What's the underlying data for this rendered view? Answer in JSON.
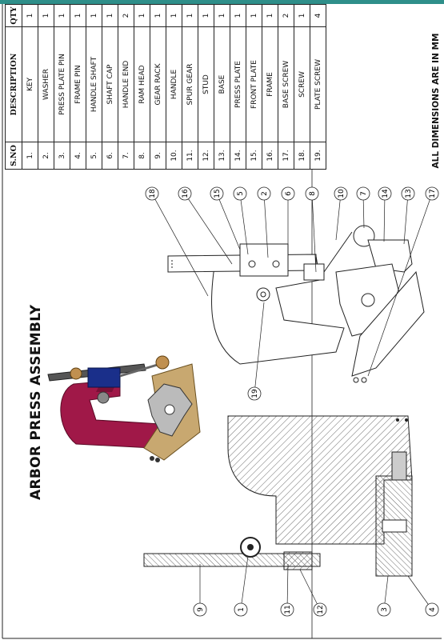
{
  "title": "ARBOR PRESS ASSEMBLY",
  "dimensions_note": "ALL DIMENSIONS ARE IN MM",
  "bom": {
    "headers": [
      "S.NO",
      "DESCRIPTION",
      "QTY"
    ],
    "rows": [
      {
        "sno": "1.",
        "desc": "KEY",
        "qty": "1"
      },
      {
        "sno": "2.",
        "desc": "WASHER",
        "qty": "1"
      },
      {
        "sno": "3.",
        "desc": "PRESS PLATE PIN",
        "qty": "1"
      },
      {
        "sno": "4.",
        "desc": "FRAME PIN",
        "qty": "1"
      },
      {
        "sno": "5.",
        "desc": "HANDLE SHAFT",
        "qty": "1"
      },
      {
        "sno": "6.",
        "desc": "SHAFT CAP",
        "qty": "1"
      },
      {
        "sno": "7.",
        "desc": "HANDLE END",
        "qty": "2"
      },
      {
        "sno": "8.",
        "desc": "RAM HEAD",
        "qty": "1"
      },
      {
        "sno": "9.",
        "desc": "GEAR RACK",
        "qty": "1"
      },
      {
        "sno": "10.",
        "desc": "HANDLE",
        "qty": "1"
      },
      {
        "sno": "11.",
        "desc": "SPUR GEAR",
        "qty": "1"
      },
      {
        "sno": "12.",
        "desc": "STUD",
        "qty": "1"
      },
      {
        "sno": "13.",
        "desc": "BASE",
        "qty": "1"
      },
      {
        "sno": "14.",
        "desc": "PRESS PLATE",
        "qty": "1"
      },
      {
        "sno": "15.",
        "desc": "FRONT PLATE",
        "qty": "1"
      },
      {
        "sno": "16.",
        "desc": "FRAME",
        "qty": "1"
      },
      {
        "sno": "17.",
        "desc": "BASE SCREW",
        "qty": "2"
      },
      {
        "sno": "18.",
        "desc": "SCREW",
        "qty": "1"
      },
      {
        "sno": "19.",
        "desc": "PLATE SCREW",
        "qty": "4"
      }
    ]
  },
  "balloons_exploded": [
    "18",
    "16",
    "15",
    "5",
    "2",
    "6",
    "8",
    "10",
    "7",
    "14",
    "13",
    "17",
    "19"
  ],
  "balloons_section": [
    "9",
    "1",
    "11",
    "12",
    "3",
    "4"
  ],
  "colors": {
    "frame": "#a01848",
    "base": "#c8a870",
    "plate": "#1a2f8a",
    "part": "#9a9a9a",
    "strip": "#2f8f8a"
  }
}
